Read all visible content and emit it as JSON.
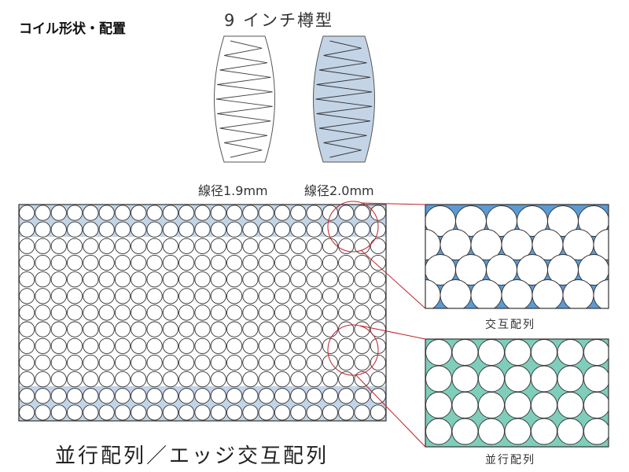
{
  "heading": "コイル形状・配置",
  "coil_title": "9 インチ樽型",
  "coils": [
    {
      "label": "線径1.9mm",
      "fill": "#ffffff"
    },
    {
      "label": "線径2.0mm",
      "fill": "#c3d4e6"
    }
  ],
  "zoom_panels": [
    {
      "label": "交互配列",
      "fill": "#5b9bd5"
    },
    {
      "label": "並行配列",
      "fill": "#7fcdbb"
    }
  ],
  "caption": "並行配列／エッジ交互配列",
  "colors": {
    "edge_row_fill": "#c3d4e6",
    "leader_line": "#c0202a",
    "outline": "#333333"
  }
}
